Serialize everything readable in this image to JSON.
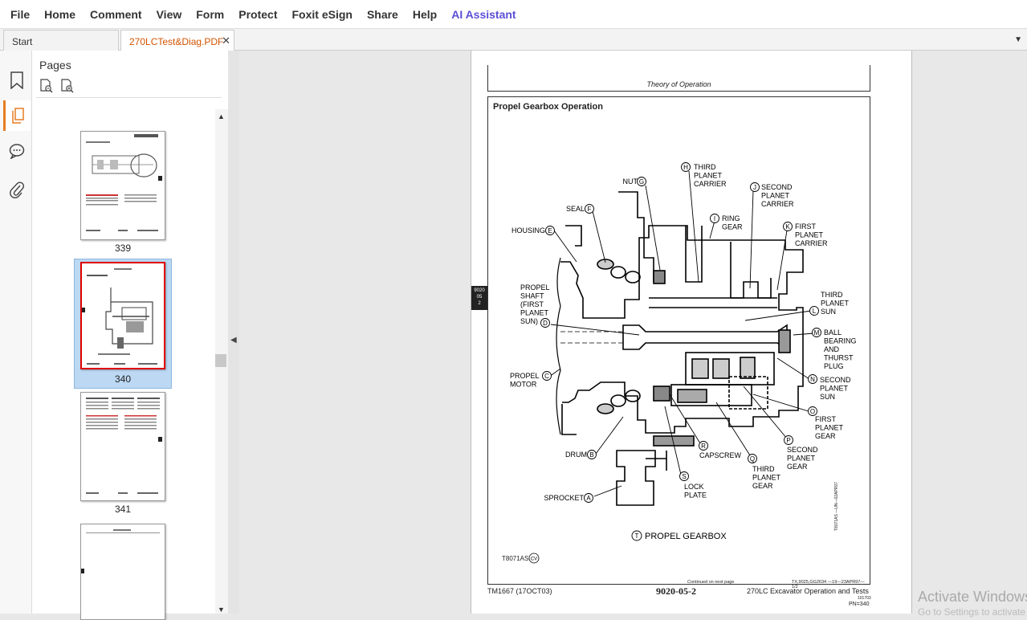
{
  "menu": [
    "File",
    "Home",
    "Comment",
    "View",
    "Form",
    "Protect",
    "Foxit eSign",
    "Share",
    "Help",
    "AI Assistant"
  ],
  "tabs": {
    "start": "Start",
    "active": "270LCTest&Diag.PDF",
    "close": "✕"
  },
  "panel": {
    "title": "Pages"
  },
  "thumbnails": [
    "339",
    "340",
    "341"
  ],
  "document": {
    "header": "Theory of Operation",
    "section_title": "Propel Gearbox Operation",
    "side_tag": [
      "9020",
      "05",
      "2"
    ],
    "labels": {
      "H": [
        "THIRD",
        "PLANET",
        "CARRIER"
      ],
      "G": "NUT",
      "J": [
        "SECOND",
        "PLANET",
        "CARRIER"
      ],
      "F": "SEAL",
      "I": [
        "RING",
        "GEAR"
      ],
      "K": [
        "FIRST",
        "PLANET",
        "CARRIER"
      ],
      "E": "HOUSING",
      "L": [
        "THIRD",
        "PLANET",
        "SUN"
      ],
      "D": [
        "PROPEL",
        "SHAFT",
        "(FIRST",
        "PLANET",
        "SUN)"
      ],
      "M": [
        "BALL",
        "BEARING",
        "AND",
        "THURST",
        "PLUG"
      ],
      "C": [
        "PROPEL",
        "MOTOR"
      ],
      "N": [
        "SECOND",
        "PLANET",
        "SUN"
      ],
      "O": [
        "FIRST",
        "PLANET",
        "GEAR"
      ],
      "P": [
        "SECOND",
        "PLANET",
        "GEAR"
      ],
      "R": "CAPSCREW",
      "B": "DRUM",
      "Q": [
        "THIRD",
        "PLANET",
        "GEAR"
      ],
      "S": [
        "LOCK",
        "PLATE"
      ],
      "A": "SPROCKET",
      "T": "PROPEL GEARBOX"
    },
    "figure_id": "T8071AS",
    "figure_mark": "CV",
    "continued": "Continued on next page",
    "footer_code": "TX,9025,GG2634 —19—23APR97—1/2",
    "footer_left": "TM1667 (17OCT03)",
    "footer_center": "9020-05-2",
    "footer_right": "270LC Excavator Operation and Tests",
    "footer_right_small": "101703",
    "page_number": "PN=340",
    "vertical_code": "T8071AS —UN—02APR97"
  },
  "watermark": {
    "line1": "Activate Windows",
    "line2": "Go to Settings to activate Windows."
  }
}
